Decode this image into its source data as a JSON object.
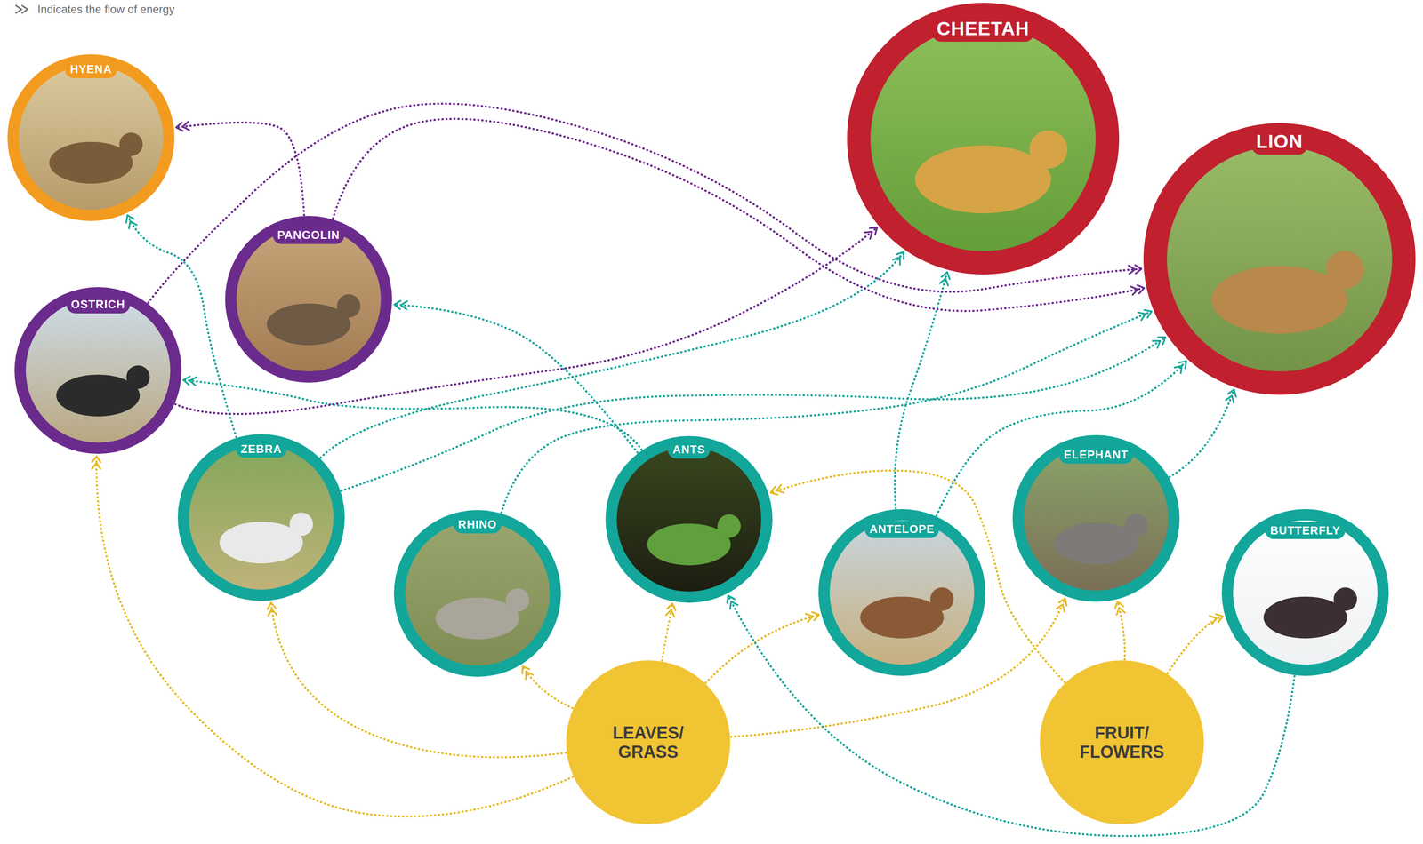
{
  "diagram": {
    "nodes": [
      {
        "text": [
          "HYENA"
        ]
      },
      {
        "text": [
          "CHEETAH"
        ]
      },
      {
        "text": [
          "LION"
        ]
      },
      {
        "text": [
          "PANGOLIN"
        ]
      },
      {
        "text": [
          "OSTRICH"
        ]
      },
      {
        "text": [
          "ZEBRA"
        ]
      },
      {
        "text": [
          "ANTS"
        ]
      },
      {
        "text": [
          "ELEPHANT"
        ]
      },
      {
        "text": [
          "RHINO"
        ]
      },
      {
        "text": [
          "ANTELOPE"
        ]
      },
      {
        "text": [
          "BUTTERFLY"
        ]
      },
      {
        "text": [
          "LEAVES/ GRASS"
        ]
      },
      {
        "text": [
          "FRUIT/ FLOWERS"
        ]
      }
    ],
    "edges": [
      {
        "from": 11,
        "to": 4,
        "arrow": "to"
      },
      {
        "from": 11,
        "to": 5,
        "arrow": "to"
      },
      {
        "from": 11,
        "to": 8,
        "arrow": "to"
      },
      {
        "from": 11,
        "to": 6,
        "arrow": "to"
      },
      {
        "from": 11,
        "to": 9,
        "arrow": "to"
      },
      {
        "from": 11,
        "to": 7,
        "arrow": "to"
      },
      {
        "from": 12,
        "to": 6,
        "arrow": "to"
      },
      {
        "from": 12,
        "to": 7,
        "arrow": "to"
      },
      {
        "from": 12,
        "to": 10,
        "arrow": "to"
      },
      {
        "from": 10,
        "to": 6,
        "arrow": "to"
      },
      {
        "from": 6,
        "to": 3,
        "arrow": "to"
      },
      {
        "from": 6,
        "to": 4,
        "arrow": "to"
      },
      {
        "from": 5,
        "to": 0,
        "arrow": "to"
      },
      {
        "from": 5,
        "to": 1,
        "arrow": "to"
      },
      {
        "from": 5,
        "to": 2,
        "arrow": "to"
      },
      {
        "from": 8,
        "to": 2,
        "arrow": "to"
      },
      {
        "from": 9,
        "to": 1,
        "arrow": "to"
      },
      {
        "from": 9,
        "to": 2,
        "arrow": "to"
      },
      {
        "from": 7,
        "to": 2,
        "arrow": "to"
      },
      {
        "from": 3,
        "to": 0,
        "arrow": "to"
      },
      {
        "from": 3,
        "to": 2,
        "arrow": "to"
      },
      {
        "from": 4,
        "to": 2,
        "arrow": "to"
      },
      {
        "from": 4,
        "to": 1,
        "arrow": "to"
      }
    ],
    "legend": [
      {
        "text": "Indicates the flow of energy"
      }
    ]
  }
}
